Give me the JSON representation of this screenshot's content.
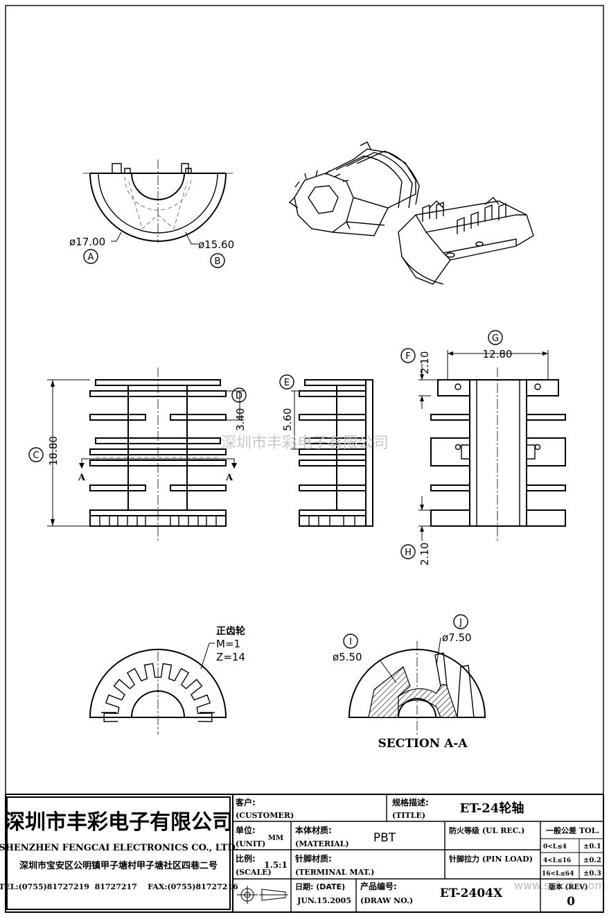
{
  "views": {
    "top": {
      "dim_a": "ø17.00",
      "dim_b": "ø15.60",
      "callout_a": "A",
      "callout_b": "B"
    },
    "front": {
      "dim_c": "18.80",
      "dim_d": "3.40",
      "callout_c": "C",
      "callout_d": "D",
      "section_mark": "A"
    },
    "side": {
      "dim_e": "5.60",
      "callout_e": "E"
    },
    "right": {
      "dim_f": "2.10",
      "dim_g": "12.80",
      "dim_h": "2.10",
      "callout_f": "F",
      "callout_g": "G",
      "callout_h": "H"
    },
    "gear": {
      "title": "正齿轮",
      "module": "M=1",
      "teeth": "Z=14"
    },
    "section": {
      "dim_i": "ø5.50",
      "dim_j": "ø7.50",
      "callout_i": "I",
      "callout_j": "J",
      "label": "SECTION A-A"
    }
  },
  "watermark": "深圳市丰彩电子有限公司",
  "watermark_url": "www.szfcdz.com",
  "titleblock": {
    "company_cn": "深圳市丰彩电子有限公司",
    "company_en": "SHENZHEN FENGCAI ELECTRONICS CO., LTD.",
    "address": "深圳市宝安区公明镇甲子塘村甲子塘社区四巷二号",
    "contact": "TEL:(0755)81727219  81727217    FAX:(0755)81727216",
    "customer_cn": "客户:",
    "customer_en": "(CUSTOMER)",
    "title_cn": "规格描述:",
    "title_en": "(TITLE)",
    "title_value": "ET-24轮轴",
    "unit_cn": "单位:",
    "unit_en": "(UNIT)",
    "unit_value": "MM",
    "material_cn": "本体材质:",
    "material_en": "(MATERIAL)",
    "material_value": "PBT",
    "ul_label": "防火等级 (UL REC.)",
    "tol_label": "一般公差 TOL.",
    "scale_cn": "比例:",
    "scale_en": "(SCALE)",
    "scale_value": "1.5:1",
    "terminal_cn": "针脚材质:",
    "terminal_en": "(TERMINAL MAT.)",
    "pinload_label": "针脚拉力 (PIN LOAD)",
    "tol_rows": [
      {
        "range": "0<L≤4",
        "value": "±0.1"
      },
      {
        "range": "4<L≤16",
        "value": "±0.2"
      },
      {
        "range": "16<L≤64",
        "value": "±0.3"
      }
    ],
    "date_cn": "日期: (DATE)",
    "date_value": "JUN.15.2005",
    "drawno_cn": "产品编号:",
    "drawno_en": "(DRAW NO.)",
    "drawno_value": "ET-2404X",
    "rev_label": "版本 (REV)",
    "rev_value": "0"
  }
}
